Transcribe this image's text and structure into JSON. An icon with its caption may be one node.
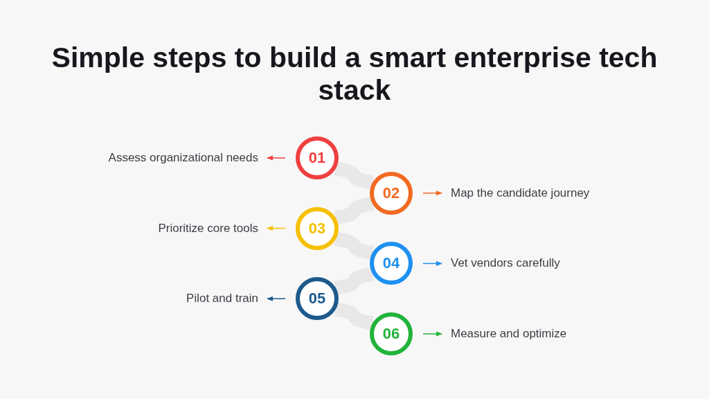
{
  "diagram": {
    "title": "Simple steps to build a smart enterprise tech stack",
    "nodes": [
      {
        "text": [
          "01"
        ]
      },
      {
        "text": [
          "Assess organizational needs"
        ]
      },
      {
        "text": [
          "02"
        ]
      },
      {
        "text": [
          "Map the candidate journey"
        ]
      },
      {
        "text": [
          "03"
        ]
      },
      {
        "text": [
          "Prioritize core tools"
        ]
      },
      {
        "text": [
          "04"
        ]
      },
      {
        "text": [
          "Vet vendors carefully"
        ]
      },
      {
        "text": [
          "05"
        ]
      },
      {
        "text": [
          "Pilot and train"
        ]
      },
      {
        "text": [
          "06"
        ]
      },
      {
        "text": [
          "Measure and optimize"
        ]
      }
    ],
    "edges": [
      {
        "from": 0,
        "to": 1,
        "arrow": "to",
        "color": "#ef4040"
      },
      {
        "from": 2,
        "to": 3,
        "arrow": "to",
        "color": "#f26a21"
      },
      {
        "from": 4,
        "to": 5,
        "arrow": "to",
        "color": "#f5c000"
      },
      {
        "from": 6,
        "to": 7,
        "arrow": "to",
        "color": "#1e90f0"
      },
      {
        "from": 8,
        "to": 9,
        "arrow": "to",
        "color": "#1d5a8c"
      },
      {
        "from": 10,
        "to": 11,
        "arrow": "to",
        "color": "#22b33a"
      },
      {
        "from": 0,
        "to": 2,
        "arrow": "none",
        "style": "thick",
        "color": "#e8e8e8"
      },
      {
        "from": 2,
        "to": 4,
        "arrow": "none",
        "style": "thick",
        "color": "#e8e8e8"
      },
      {
        "from": 4,
        "to": 6,
        "arrow": "none",
        "style": "thick",
        "color": "#e8e8e8"
      },
      {
        "from": 6,
        "to": 8,
        "arrow": "none",
        "style": "thick",
        "color": "#e8e8e8"
      },
      {
        "from": 8,
        "to": 10,
        "arrow": "none",
        "style": "thick",
        "color": "#e8e8e8"
      }
    ]
  }
}
